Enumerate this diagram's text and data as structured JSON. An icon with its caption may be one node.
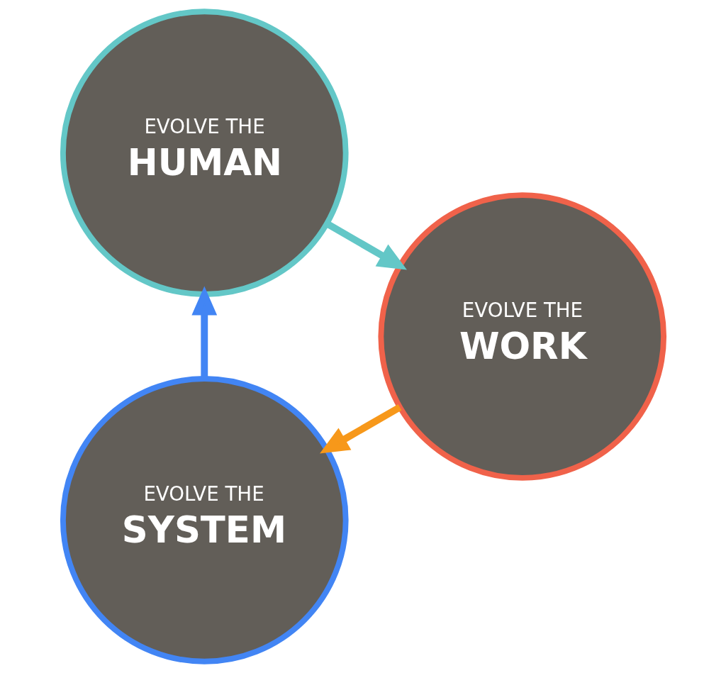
{
  "diagram": {
    "nodes": [
      {
        "text": [
          "EVOLVE THE",
          "SYSTEM"
        ]
      },
      {
        "text": [
          "EVOLVE THE",
          "WORK"
        ]
      },
      {
        "text": [
          "EVOLVE THE",
          "HUMAN"
        ]
      }
    ],
    "edges": [
      {
        "from": 0,
        "to": 2,
        "arrow": "to",
        "color": "#4285f4"
      },
      {
        "from": 2,
        "to": 1,
        "arrow": "to",
        "color": "#63c7c7"
      },
      {
        "from": 1,
        "to": 0,
        "arrow": "to",
        "color": "#f7981a"
      }
    ]
  }
}
